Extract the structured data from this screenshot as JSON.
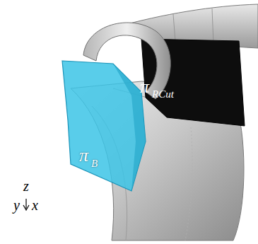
{
  "diagram": {
    "labels": [
      "π",
      "RCut",
      "π",
      "B",
      "z",
      "y",
      "x"
    ]
  }
}
